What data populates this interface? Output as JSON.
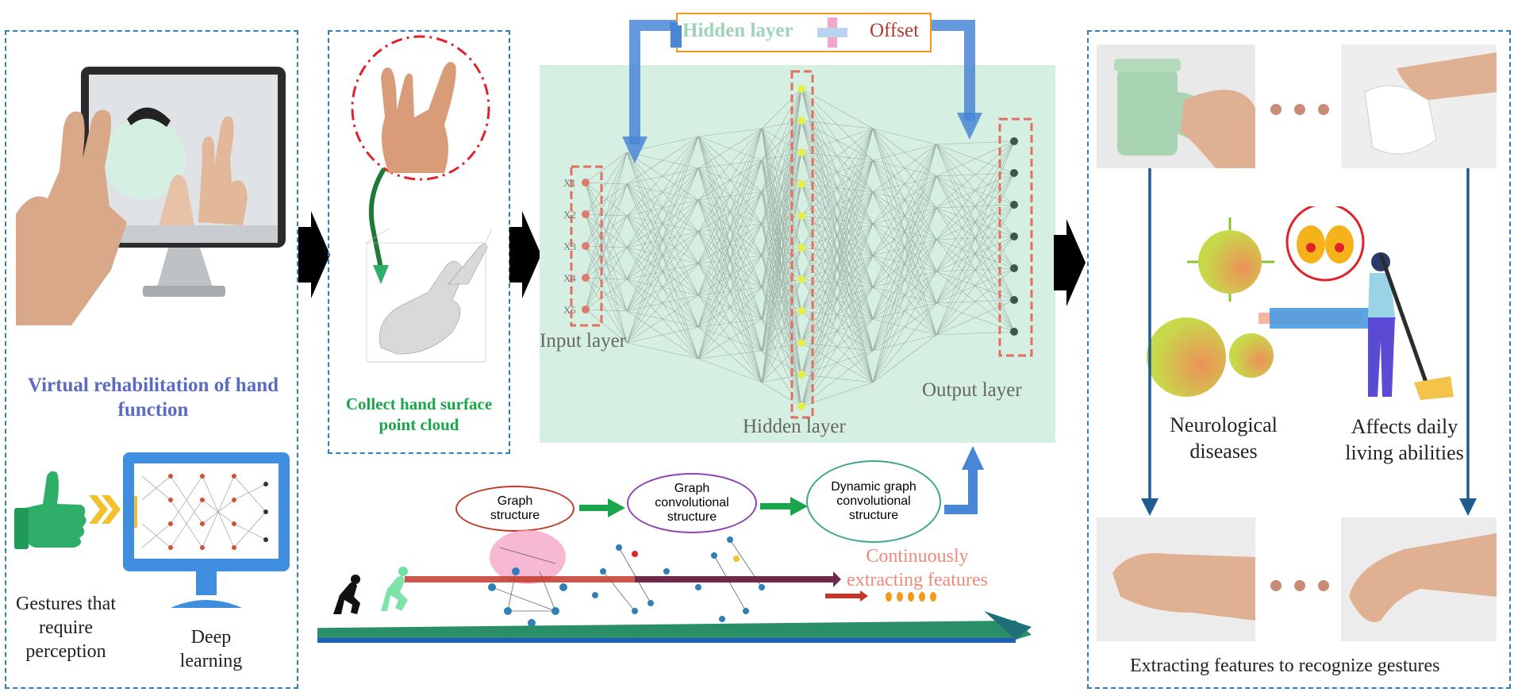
{
  "panel1": {
    "title": "Virtual rehabilitation of hand function",
    "label_gestures": "Gestures that require perception",
    "label_deep": "Deep learning"
  },
  "panel2": {
    "title": "Collect hand surface point cloud"
  },
  "network": {
    "top_hidden": "Hidden layer",
    "top_offset": "Offset",
    "input_layer": "Input layer",
    "hidden_layer": "Hidden layer",
    "output_layer": "Output layer",
    "inputs": [
      "X1",
      "X2",
      "X3",
      "X4",
      "X5"
    ]
  },
  "pipeline": {
    "graph_structure": "Graph structure",
    "graph_conv": "Graph convolutional structure",
    "dynamic_graph_conv": "Dynamic graph convolutional structure",
    "continuous": "Continuously extracting features"
  },
  "panel4": {
    "neuro": "Neurological diseases",
    "affects": "Affects daily living abilities",
    "extracting": "Extracting features to recognize gestures"
  },
  "colors": {
    "dash_blue": "#2f7fb8",
    "title_purple": "#5b6bc0",
    "title_green": "#1aa54a",
    "mint_bg": "#d6efe3",
    "accent_red": "#d84b3a",
    "blue_arrow": "#4a86d6",
    "dark_blue": "#1f5b8f"
  }
}
